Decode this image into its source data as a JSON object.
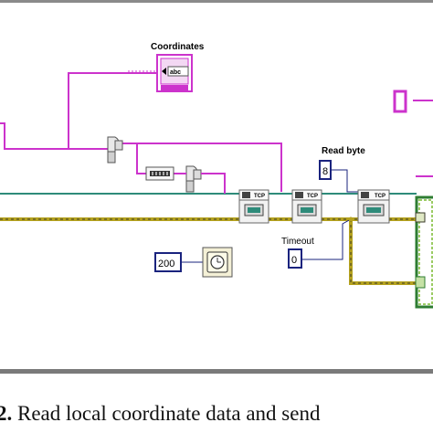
{
  "diagram": {
    "coordinates_label": "Coordinates",
    "coordinates_indicator_text": "abc",
    "read_byte_label": "Read byte",
    "read_byte_value": "8",
    "timeout_label": "Timeout",
    "timeout_value": "0",
    "wait_value": "200",
    "tcp_node_label": "TCP"
  },
  "caption": {
    "number": "2.",
    "text": " Read local coordinate data and send"
  },
  "colors": {
    "string_wire": "#cc33cc",
    "tcp_ref_wire": "#2e8b7a",
    "error_wire": "#b5a21e",
    "numeric_border": "#1a237e",
    "case_border": "#2e7d32",
    "frame_border": "#7a7a7a"
  }
}
